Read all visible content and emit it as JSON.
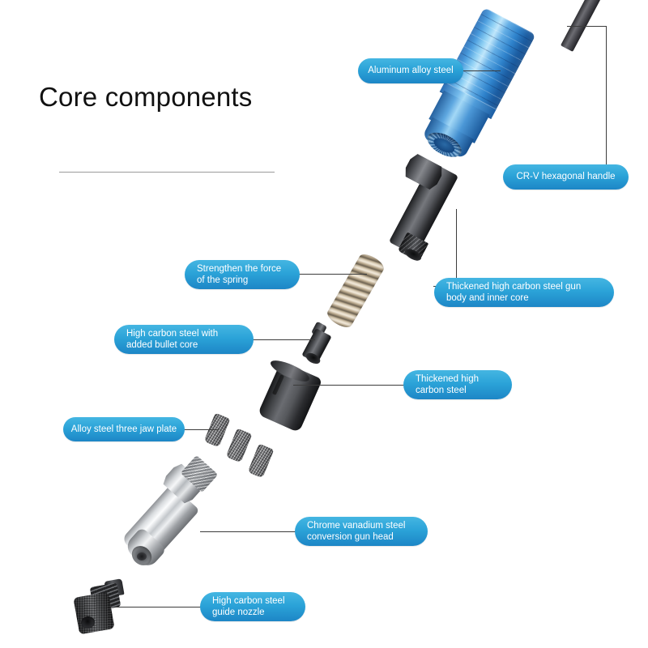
{
  "page": {
    "title": "Core components",
    "background_color": "#ffffff",
    "rule_color": "#9b9b9b"
  },
  "theme": {
    "callout_gradient_top": "#45b6e2",
    "callout_gradient_bottom": "#1d86c6",
    "callout_text_color": "#ffffff",
    "leader_line_color": "#3c3c3c",
    "title_color": "#111111"
  },
  "callouts": [
    {
      "id": "aluminum-alloy-steel",
      "lines": [
        "Aluminum alloy steel"
      ],
      "target_part": "blue-aluminum-handle"
    },
    {
      "id": "crv-hexagonal-handle",
      "lines": [
        "CR-V hexagonal handle"
      ],
      "target_part": "hex-drive-shaft"
    },
    {
      "id": "gun-body-inner-core",
      "lines": [
        "Thickened high carbon steel gun",
        "body and inner core"
      ],
      "target_part": "steel-gun-body"
    },
    {
      "id": "strengthen-spring",
      "lines": [
        "Strengthen the force",
        "of the spring"
      ],
      "target_part": "spring"
    },
    {
      "id": "bullet-core",
      "lines": [
        "High carbon steel with",
        "added bullet core"
      ],
      "target_part": "bullet-core"
    },
    {
      "id": "thickened-carbon-steel",
      "lines": [
        "Thickened high",
        "carbon steel"
      ],
      "target_part": "steel-sleeve"
    },
    {
      "id": "three-jaw-plate",
      "lines": [
        "Alloy steel three jaw plate"
      ],
      "target_part": "jaw-plates"
    },
    {
      "id": "conversion-gun-head",
      "lines": [
        "Chrome vanadium steel",
        "conversion gun head"
      ],
      "target_part": "chrome-gun-head"
    },
    {
      "id": "guide-nozzle",
      "lines": [
        "High carbon steel",
        "guide nozzle"
      ],
      "target_part": "guide-nozzle"
    }
  ],
  "parts": [
    {
      "id": "blue-aluminum-handle",
      "name": "Blue anodized aluminum handle",
      "color": "#2f83cc"
    },
    {
      "id": "hex-drive-shaft",
      "name": "Hex drive shaft",
      "color": "#45454b"
    },
    {
      "id": "steel-gun-body",
      "name": "High carbon steel gun body",
      "color": "#4d4f53"
    },
    {
      "id": "spring",
      "name": "Compression spring",
      "color": "#ded2bd"
    },
    {
      "id": "bullet-core",
      "name": "Bullet core",
      "color": "#4a4c50"
    },
    {
      "id": "steel-sleeve",
      "name": "Thickened steel sleeve",
      "color": "#3f4144"
    },
    {
      "id": "jaw-plates",
      "name": "Alloy steel three jaw plates",
      "color": "#b9bbbe"
    },
    {
      "id": "chrome-gun-head",
      "name": "Chrome vanadium conversion gun head",
      "color": "#d8dbde"
    },
    {
      "id": "guide-nozzle",
      "name": "High carbon steel guide nozzle",
      "color": "#4e5053"
    }
  ]
}
